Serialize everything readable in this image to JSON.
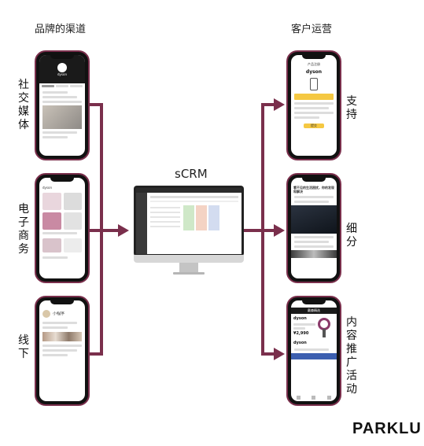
{
  "headings": {
    "left": "品牌的渠道",
    "right": "客户运营",
    "center": "sCRM"
  },
  "left_labels": [
    "社交媒体",
    "电子商务",
    "线下"
  ],
  "right_labels": [
    "支持",
    "细分",
    "内容推广活动"
  ],
  "brand": "PARKLU",
  "phone_texts": {
    "support_title": "产品注册",
    "support_logo": "dyson",
    "support_button": "提交",
    "segment_headline": "看不见的生活困扰，你的发现和解决",
    "content_header": "戴森精选",
    "content_price": "¥2,990",
    "content_logo1": "dyson",
    "content_logo2": "dyson",
    "ecommerce_tag": "dyson",
    "social_logo": "dyson",
    "offline_name": "小程序"
  },
  "colors": {
    "accent": "#7a2f4c",
    "support_yellow": "#f5c842",
    "content_dark": "#1a1a1a"
  }
}
